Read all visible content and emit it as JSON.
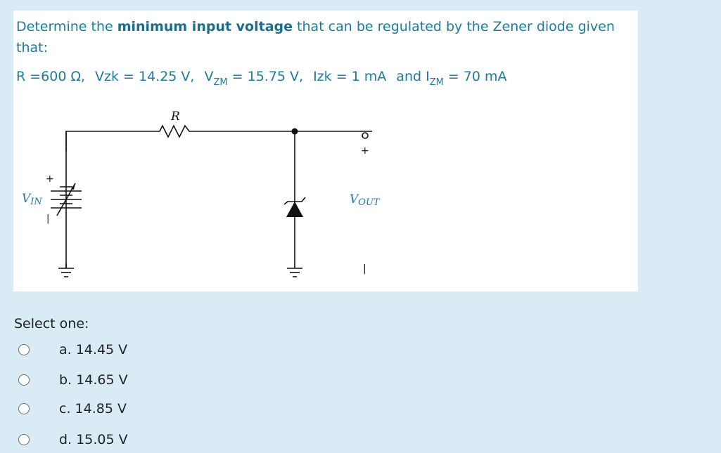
{
  "question": {
    "text_before": "Determine the ",
    "text_bold": "minimum input voltage",
    "text_after": " that can be regulated by the Zener diode given that:",
    "params": {
      "r": "R =600 Ω,",
      "vzk": "Vzk = 14.25 V,",
      "vzm_main": "V",
      "vzm_sub": "ZM",
      "vzm_value": " = 15.75 V,",
      "izk": "Izk = 1 mA",
      "izm_prefix": "and I",
      "izm_sub": "ZM",
      "izm_value": " = 70 mA"
    },
    "circuit": {
      "resistor_label": "R",
      "vin_main": "V",
      "vin_sub": "IN",
      "vout_main": "V",
      "vout_sub": "OUT",
      "plus_sign": "+",
      "minus_sign": "–",
      "minus_bar": "|"
    }
  },
  "select_label": "Select one:",
  "options": [
    {
      "label": "a. 14.45 V"
    },
    {
      "label": "b. 14.65 V"
    },
    {
      "label": "c. 14.85 V"
    },
    {
      "label": "d. 15.05 V"
    }
  ],
  "colors": {
    "page_bg": "#d9ecf5",
    "question_text": "#1f7a9c",
    "body_text": "#222222"
  }
}
